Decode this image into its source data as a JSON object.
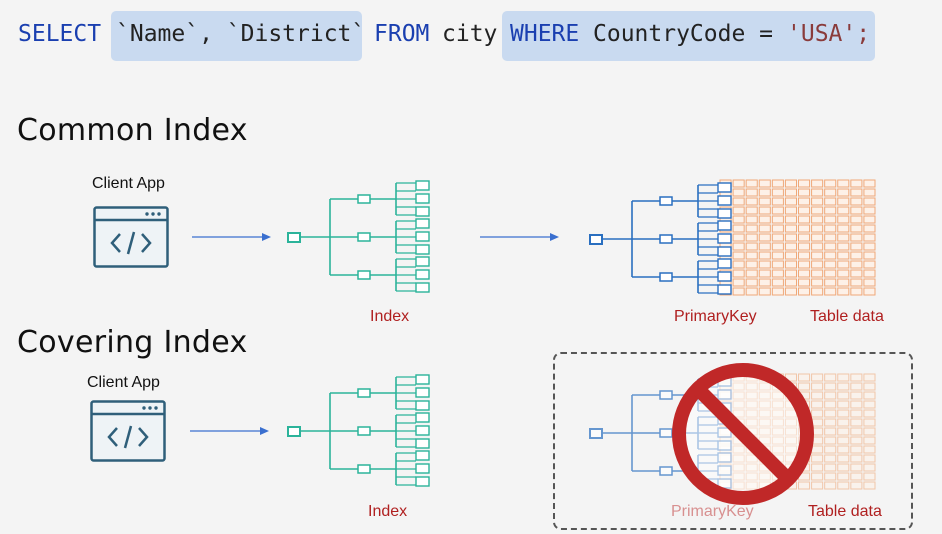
{
  "sql": {
    "select": "SELECT",
    "columns": "`Name`, `District`",
    "from": "FROM",
    "table": "city",
    "where": "WHERE",
    "condition": "CountryCode =",
    "value": "'USA';"
  },
  "common": {
    "heading": "Common Index",
    "client_label": "Client App",
    "index_label": "Index",
    "primary_key_label": "PrimaryKey",
    "table_data_label": "Table data"
  },
  "covering": {
    "heading": "Covering Index",
    "client_label": "Client App",
    "index_label": "Index",
    "primary_key_label": "PrimaryKey",
    "table_data_label": "Table data"
  },
  "colors": {
    "keyword": "#1a3fb0",
    "highlight": "#c9daf0",
    "index_green": "#2bb39a",
    "pk_blue": "#2a6fc0",
    "table_orange": "#f0a878",
    "app_blue": "#2f5f7a",
    "arrow": "#3a6fcf",
    "label_red": "#b02020",
    "no_sign": "#c02828"
  }
}
